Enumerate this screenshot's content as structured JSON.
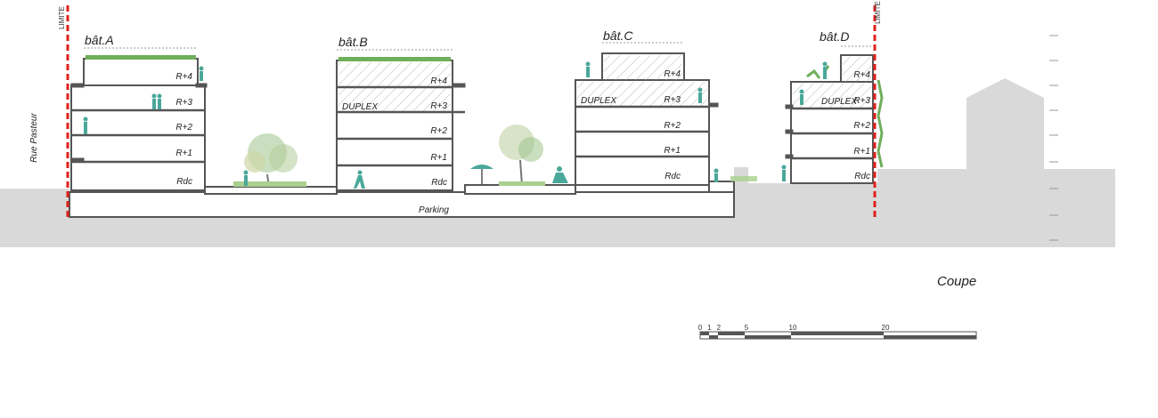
{
  "title": "Coupe",
  "limit_label": "LIMITE",
  "street_label": "Rue Pasteur",
  "parking_label": "Parking",
  "colors": {
    "ground": "#d9d9d9",
    "structure": "#555555",
    "limit": "#e0201b",
    "vegetation": "#6fae5a",
    "figures": "#4aa89a",
    "hatch": "#b8b8b8"
  },
  "buildings": [
    {
      "name": "bât.A",
      "floors": [
        "Rdc",
        "R+1",
        "R+2",
        "R+3",
        "R+4"
      ]
    },
    {
      "name": "bât.B",
      "floors": [
        "Rdc",
        "R+1",
        "R+2",
        "R+3",
        "R+4"
      ],
      "duplex": "DUPLEX"
    },
    {
      "name": "bât.C",
      "floors": [
        "Rdc",
        "R+1",
        "R+2",
        "R+3",
        "R+4"
      ],
      "duplex": "DUPLEX"
    },
    {
      "name": "bât.D",
      "floors": [
        "Rdc",
        "R+1",
        "R+2",
        "R+3",
        "R+4"
      ],
      "duplex": "DUPLEX"
    }
  ],
  "scale_bar": {
    "ticks": [
      "0",
      "1",
      "2",
      "5",
      "10",
      "20"
    ]
  }
}
